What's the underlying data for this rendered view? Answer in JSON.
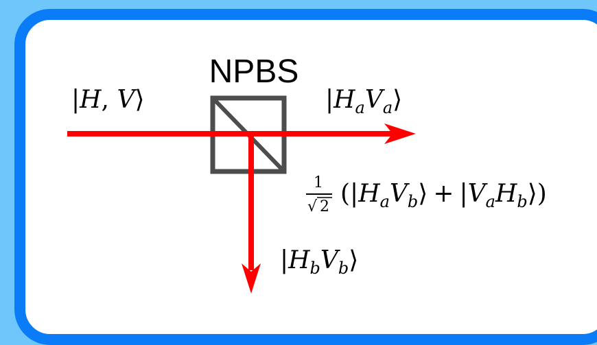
{
  "diagram": {
    "component_label": "NPBS",
    "input_state": {
      "open": "|",
      "a": "H",
      "sep": ", ",
      "b": "V",
      "close": "⟩"
    },
    "transmitted_state": {
      "open": "|",
      "a": "H",
      "a_sub": "a",
      "b": "V",
      "b_sub": "a",
      "close": "⟩"
    },
    "reflected_state": {
      "open": "|",
      "a": "H",
      "a_sub": "b",
      "b": "V",
      "b_sub": "b",
      "close": "⟩"
    },
    "superposition": {
      "frac_num": "1",
      "sqrt_sym": "√",
      "frac_den": "2",
      "lparen": "(",
      "term1_open": "|",
      "term1_a": "H",
      "term1_a_sub": "a",
      "term1_b": "V",
      "term1_b_sub": "b",
      "term1_close": "⟩",
      "plus": "+",
      "term2_open": "|",
      "term2_a": "V",
      "term2_a_sub": "a",
      "term2_b": "H",
      "term2_b_sub": "b",
      "term2_close": "⟩",
      "rparen": ")"
    },
    "colors": {
      "beam": "#ff0000",
      "beamsplitter": "#4d4d4d",
      "frame": "#0a7cf7",
      "background": "#6ec6fb"
    }
  }
}
